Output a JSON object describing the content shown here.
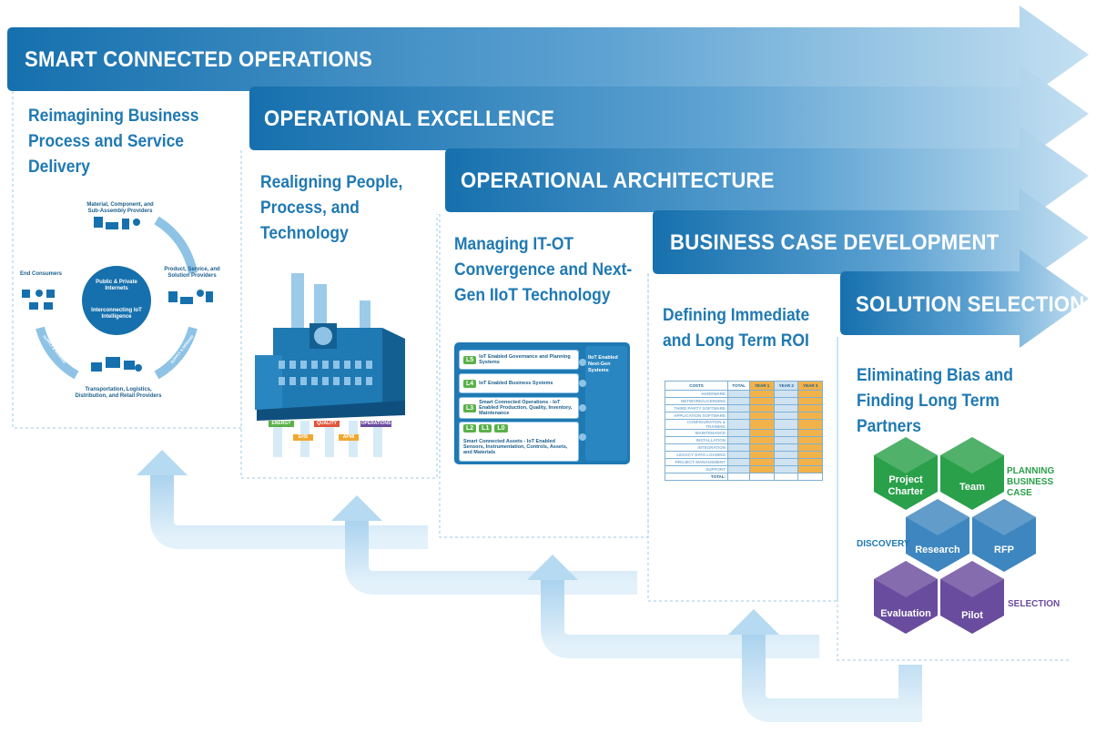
{
  "bands": [
    {
      "title": "SMART CONNECTED OPERATIONS",
      "subtitle": "Reimagining Business Process and Service Delivery"
    },
    {
      "title": "OPERATIONAL EXCELLENCE",
      "subtitle": "Realigning People, Process, and Technology"
    },
    {
      "title": "OPERATIONAL ARCHITECTURE",
      "subtitle": "Managing IT-OT Convergence and Next-Gen IIoT Technology"
    },
    {
      "title": "BUSINESS CASE DEVELOPMENT",
      "subtitle": "Defining Immediate and Long Term ROI"
    },
    {
      "title": "SOLUTION SELECTION",
      "subtitle": "Eliminating Bias and Finding Long Term Partners"
    }
  ],
  "ecosystem": {
    "center_top": "Public & Private Internets",
    "center_bottom": "Interconnecting IoT Intelligence",
    "top": "Material, Component, and Sub-Assembly Providers",
    "right": "Product, Service, and Solution Providers",
    "bottom": "Transportation, Logistics, Distribution, and Retail Providers",
    "left": "End Consumers",
    "arrow_label": "SUPPLY & DEMAND"
  },
  "factory": {
    "tags": [
      "ENERGY",
      "QUALITY",
      "OPERATIONS",
      "EHS",
      "APMI"
    ]
  },
  "stack": {
    "levels": [
      {
        "badges": [
          "L5"
        ],
        "text": "IoT Enabled Governance and Planning Systems"
      },
      {
        "badges": [
          "L4"
        ],
        "text": "IoT Enabled Business Systems"
      },
      {
        "badges": [
          "L3"
        ],
        "text": "Smart Connected Operations - IoT Enabled Production, Quality, Inventory, Maintenance"
      },
      {
        "badges": [
          "L2",
          "L1",
          "L0"
        ],
        "text": "Smart Connected Assets - IoT Enabled Sensors, Instrumentation, Controls, Assets, and Materials"
      }
    ],
    "side": "IIoT Enabled Next-Gen Systems"
  },
  "roi_table": {
    "headers": [
      "COSTS",
      "TOTAL",
      "YEAR 1",
      "YEAR 2",
      "YEAR 3"
    ],
    "rows": [
      "HARDWARE",
      "NETWORK/LICENSING",
      "THIRD PARTY SOFTWARE",
      "APPLICATION SOFTWARE",
      "CONFIGURATION & TRAINING",
      "MAINTENANCE",
      "INSTALLATION",
      "INTEGRATION",
      "LEGACY DATA LOADING",
      "PROJECT MANAGEMENT",
      "SUPPORT"
    ],
    "total_label": "TOTAL:"
  },
  "hexes": [
    {
      "label": "Project\nCharter",
      "color": "#2aa04a"
    },
    {
      "label": "Team",
      "color": "#2aa04a"
    },
    {
      "label": "Research",
      "color": "#3e86bf"
    },
    {
      "label": "RFP",
      "color": "#3e86bf"
    },
    {
      "label": "Evaluation",
      "color": "#6a4c9e"
    },
    {
      "label": "Pilot",
      "color": "#6a4c9e"
    }
  ],
  "phases": {
    "planning": "PLANNING BUSINESS CASE",
    "discovery": "DISCOVERY",
    "selection": "SELECTION"
  },
  "colors": {
    "band_dark": "#1670ad",
    "band_light": "#b6d8ef",
    "subtitle": "#1f79b3",
    "green": "#2aa04a",
    "blue": "#3e86bf",
    "purple": "#6a4c9e"
  }
}
